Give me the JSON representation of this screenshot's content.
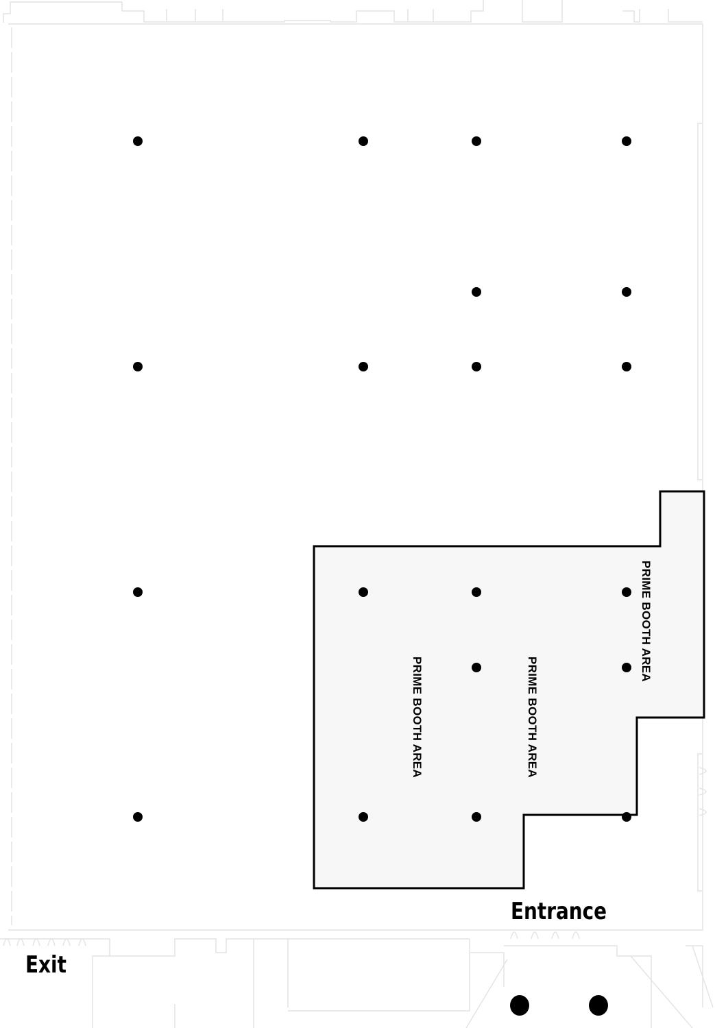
{
  "labels": {
    "exit": "Exit",
    "entrance": "Entrance",
    "prime_booth_areas": [
      "PRIME BOOTH AREA",
      "PRIME BOOTH AREA",
      "PRIME BOOTH AREA"
    ]
  },
  "colors": {
    "booth_fill": "#f7f7f7",
    "booth_stroke": "#000000",
    "walls": "#e6e6e6",
    "columns": "#000000"
  }
}
